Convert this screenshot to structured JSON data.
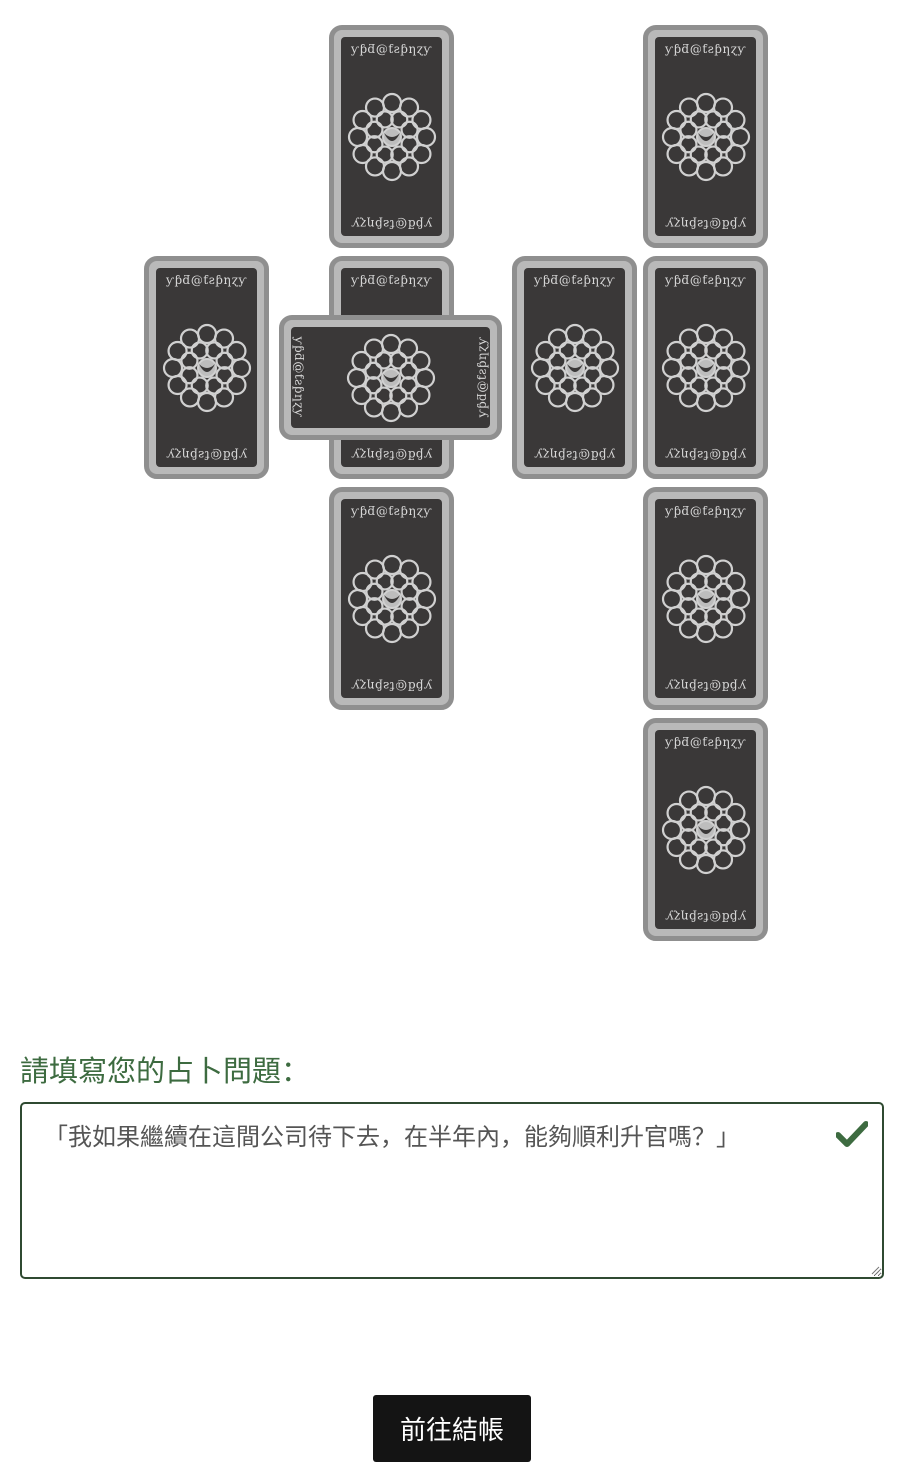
{
  "card_back": {
    "top_text": "ƴƥƌ@ƭƨƥƞɀƴ",
    "bottom_text": "ƴƥƌ@ƭƨƥƞɀƴ"
  },
  "spread": {
    "cards": [
      {
        "id": "card-1",
        "name": "card-back-center"
      },
      {
        "id": "card-2",
        "name": "card-back-crossing"
      },
      {
        "id": "card-3",
        "name": "card-back-above"
      },
      {
        "id": "card-4",
        "name": "card-back-below"
      },
      {
        "id": "card-5",
        "name": "card-back-left"
      },
      {
        "id": "card-6",
        "name": "card-back-right"
      },
      {
        "id": "card-7",
        "name": "card-back-staff-1"
      },
      {
        "id": "card-8",
        "name": "card-back-staff-2"
      },
      {
        "id": "card-9",
        "name": "card-back-staff-3"
      },
      {
        "id": "card-10",
        "name": "card-back-staff-4"
      }
    ]
  },
  "question": {
    "label": "請填寫您的占卜問題：",
    "value": "「我如果繼續在這間公司待下去，在半年內，能夠順利升官嗎？」",
    "valid_icon": "check-icon",
    "valid_color": "#3d6b40"
  },
  "checkout": {
    "label": "前往結帳"
  },
  "colors": {
    "card_face": "#3a3838",
    "card_border": "#8f8f8f",
    "label_green": "#3d6b40",
    "button_bg": "#141414"
  }
}
